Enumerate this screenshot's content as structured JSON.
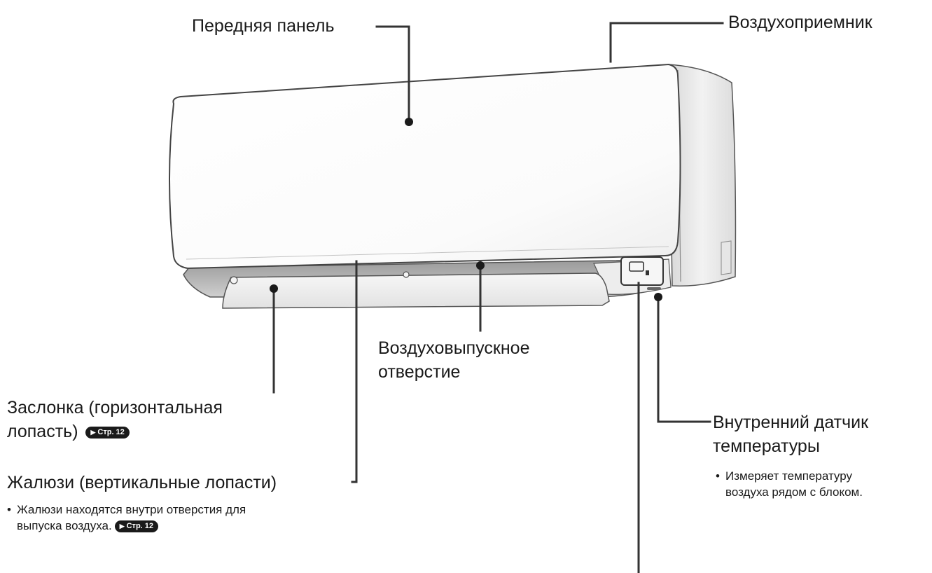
{
  "labels": {
    "front_panel": "Передняя панель",
    "air_intake": "Воздухоприемник",
    "air_outlet": [
      "Воздуховыпускное",
      "отверстие"
    ],
    "flap": [
      "Заслонка (горизонтальная",
      "лопасть)"
    ],
    "louvers": "Жалюзи (вертикальные лопасти)",
    "temp_sensor": [
      "Внутренний датчик",
      "температуры"
    ]
  },
  "notes": {
    "louvers": [
      "Жалюзи находятся внутри отверстия для",
      "выпуска воздуха."
    ],
    "temp_sensor": [
      "Измеряет температуру",
      "воздуха рядом с блоком."
    ]
  },
  "page_ref": {
    "arrow": "▶",
    "text": "Стр. 12"
  },
  "bullet": "•"
}
